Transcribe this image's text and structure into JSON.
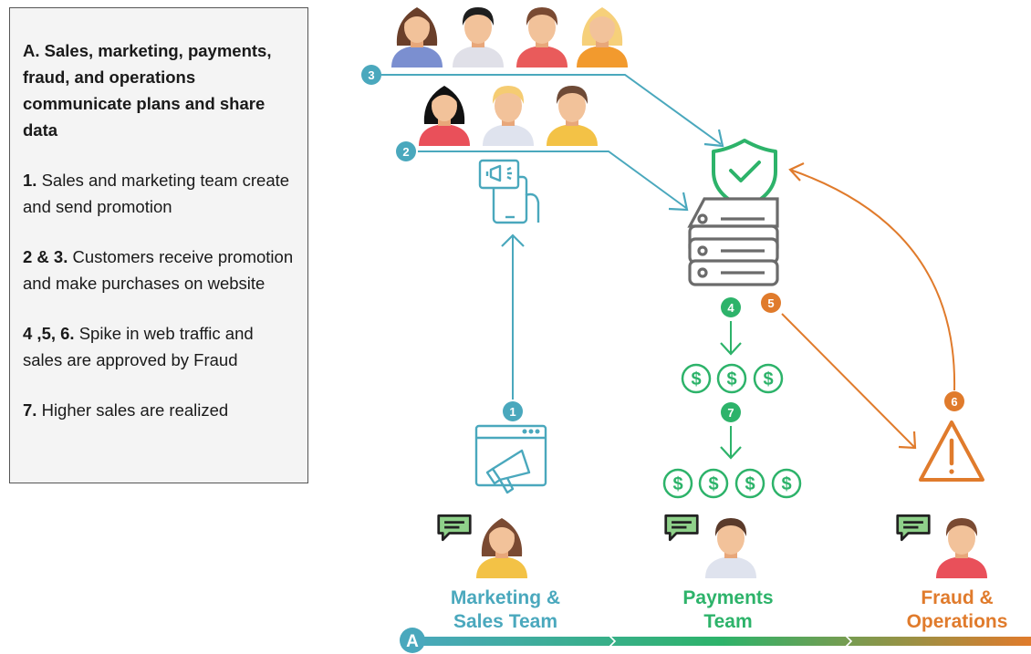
{
  "legend": {
    "heading": "A. Sales, marketing, payments, fraud, and operations communicate plans and share data",
    "items": [
      {
        "num": "1.",
        "text": " Sales and marketing team create and send promotion"
      },
      {
        "num": "2 & 3.",
        "text": " Customers receive promotion and make purchases on website"
      },
      {
        "num": "4 ,5, 6.",
        "text": " Spike in web traffic and sales are approved by Fraud"
      },
      {
        "num": "7.",
        "text": " Higher sales are realized"
      }
    ]
  },
  "steps": {
    "s1": "1",
    "s2": "2",
    "s3": "3",
    "s4": "4",
    "s5": "5",
    "s6": "6",
    "s7": "7",
    "a": "A"
  },
  "teams": {
    "marketing_line1": "Marketing &",
    "marketing_line2": "Sales Team",
    "payments_line1": "Payments",
    "payments_line2": "Team",
    "fraud_line1": "Fraud &",
    "fraud_line2": "Operations"
  },
  "dollar_symbol": "$",
  "colors": {
    "teal": "#4aa8bd",
    "green": "#2db36a",
    "orange": "#e07b2c",
    "gray": "#6b6b6b"
  }
}
